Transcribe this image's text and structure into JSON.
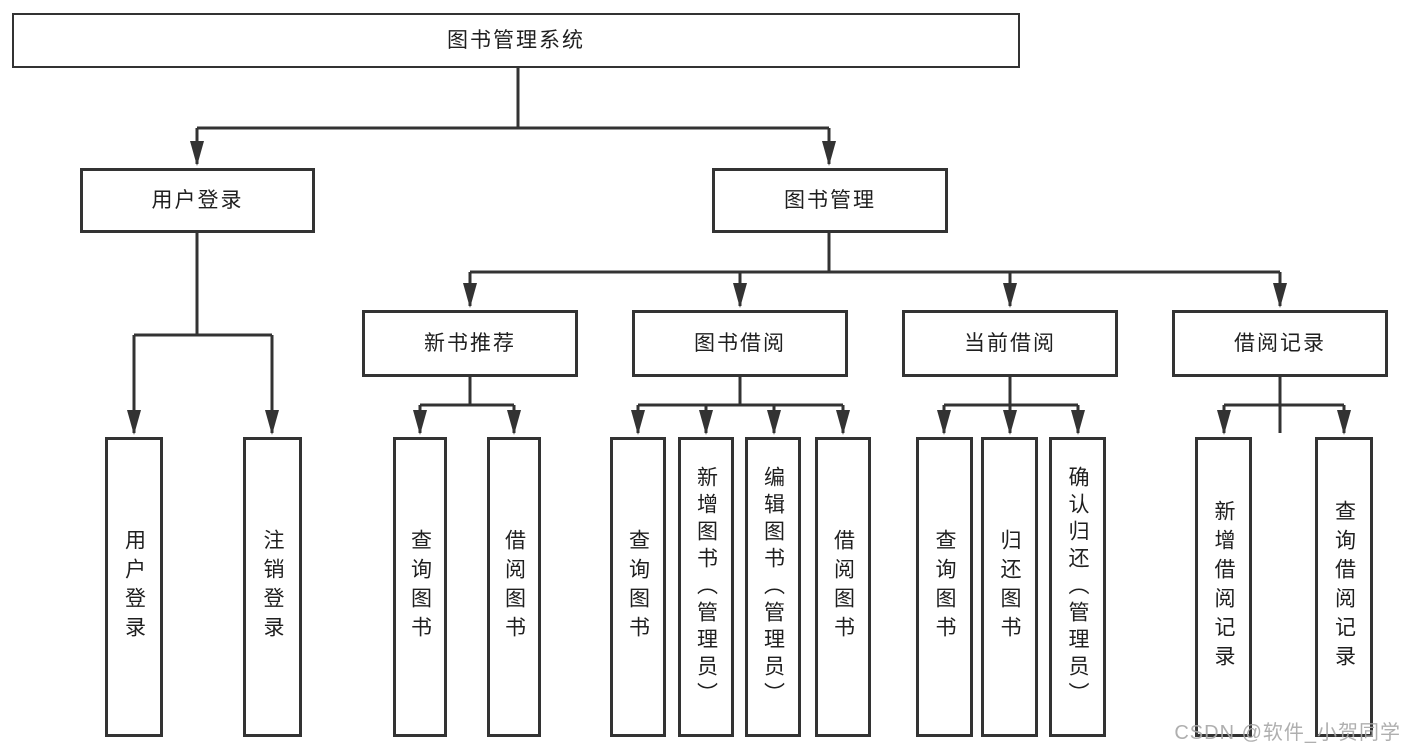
{
  "diagram": {
    "type": "tree",
    "background_color": "#ffffff",
    "line_color": "#333333",
    "text_color": "#1f1f1f",
    "watermark_color": "#a8a8a8"
  },
  "tree": {
    "label": "图书管理系统",
    "children": [
      {
        "label": "用户登录",
        "children": [
          {
            "label": "用户登录"
          },
          {
            "label": "注销登录"
          }
        ]
      },
      {
        "label": "图书管理",
        "children": [
          {
            "label": "新书推荐",
            "children": [
              {
                "label": "查询图书"
              },
              {
                "label": "借阅图书"
              }
            ]
          },
          {
            "label": "图书借阅",
            "children": [
              {
                "label": "查询图书"
              },
              {
                "label": "新增图书（管理员）"
              },
              {
                "label": "编辑图书（管理员）"
              },
              {
                "label": "借阅图书"
              }
            ]
          },
          {
            "label": "当前借阅",
            "children": [
              {
                "label": "查询图书"
              },
              {
                "label": "归还图书"
              },
              {
                "label": "确认归还（管理员）"
              }
            ]
          },
          {
            "label": "借阅记录",
            "children": [
              {
                "label": "新增借阅记录"
              },
              {
                "label": "查询借阅记录"
              }
            ]
          }
        ]
      }
    ]
  },
  "watermark": {
    "text": "CSDN @软件_小贺同学"
  }
}
